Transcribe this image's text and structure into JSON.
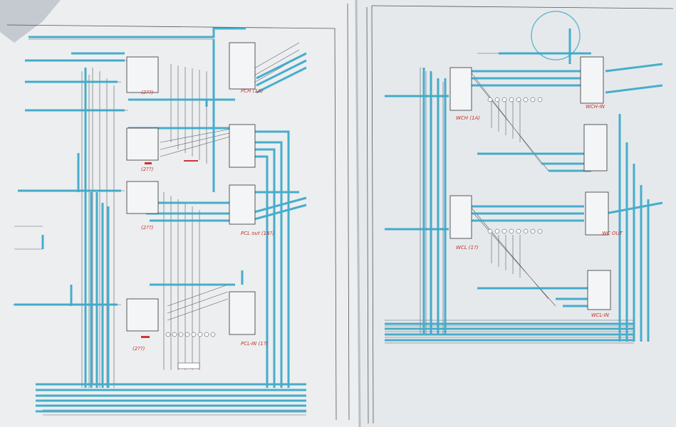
{
  "photo": {
    "colors": {
      "background": "#a9b0b6",
      "paper": "#eef0f2",
      "paper_shadow": "#cfd4d9",
      "ink": "#3a3f44",
      "highlighter": "#35a7c8",
      "red_pen": "#c8322a"
    },
    "left_sheet": {
      "handwritten_notes": [
        "(2??)",
        "(2??)",
        "(2??)",
        "(2??)",
        "PCH (1A)",
        "PCL out (18?)",
        "PCL-IN (1?)"
      ]
    },
    "right_sheet": {
      "handwritten_notes": [
        "WCH (1A)",
        "WCL (1?)",
        "WCH-IN",
        "WC OUT",
        "WCL-IN"
      ]
    }
  }
}
